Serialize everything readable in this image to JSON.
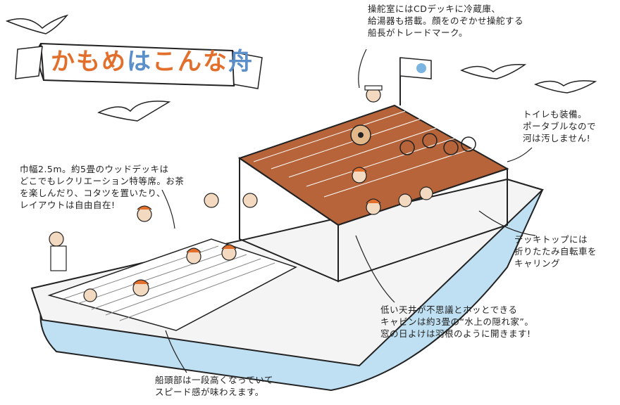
{
  "title": {
    "part1": "かもめ",
    "part2": "は",
    "part3": "こんな",
    "part4": "舟"
  },
  "notes": {
    "cockpit": [
      "操舵室にはCDデッキに冷蔵庫、",
      "給湯器も搭載。顔をのぞかせ操舵する",
      "船長がトレードマーク。"
    ],
    "toilet": [
      "トイレも装備。",
      "ポータブルなので",
      "河は汚しません!"
    ],
    "deck": [
      "巾幅2.5m。約5畳のウッドデッキは",
      "どこでもレクリエーション特等席。お茶",
      "を楽しんだり、コタツを置いたり、",
      "レイアウトは自由自在!"
    ],
    "bicycle": [
      "デッキトップには",
      "折りたたみ自転車を",
      "キャリング"
    ],
    "cabin": [
      "低い天井が不思議とホッとできる",
      "キャビンは約3畳の“水上の隠れ家”。",
      "窓の日よけは羽根のように開きます!"
    ],
    "bow": [
      "船頭部は一段高くなっていて",
      "スピード感が味わえます。"
    ]
  },
  "colors": {
    "hull_blue": "#bfe0f2",
    "hull_white": "#f4f4f4",
    "wood": "#b8643a",
    "orange": "#e2702c",
    "blue": "#5a8fc9",
    "ink": "#222222"
  }
}
